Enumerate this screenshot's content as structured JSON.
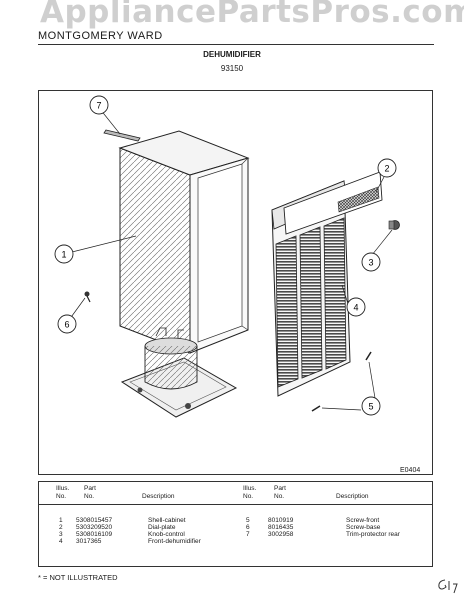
{
  "watermark": "AppliancePartsPros.com",
  "header": {
    "brand": "MONTGOMERY WARD",
    "title": "DEHUMIDIFIER",
    "model": "93150"
  },
  "diagram": {
    "code": "E0404",
    "callouts": [
      "1",
      "2",
      "3",
      "4",
      "5",
      "6",
      "7"
    ]
  },
  "parts_table": {
    "columns": {
      "illus": "Illus.",
      "no": "No.",
      "part": "Part",
      "description": "Description"
    },
    "left_rows": [
      {
        "illus": "1",
        "part": "5308015457",
        "description": "Shell-cabinet"
      },
      {
        "illus": "2",
        "part": "5303209520",
        "description": "Dial-plate"
      },
      {
        "illus": "3",
        "part": "5308016109",
        "description": "Knob-control"
      },
      {
        "illus": "4",
        "part": "3017365",
        "description": "Front-dehumidifier"
      }
    ],
    "right_rows": [
      {
        "illus": "5",
        "part": "8010919",
        "description": "Screw-front"
      },
      {
        "illus": "6",
        "part": "8016435",
        "description": "Screw-base"
      },
      {
        "illus": "7",
        "part": "3002958",
        "description": "Trim-protector rear"
      }
    ]
  },
  "footnote": "* = NOT ILLUSTRATED",
  "colors": {
    "ink": "#1a1a1a",
    "watermark": "#cfcfcf"
  }
}
